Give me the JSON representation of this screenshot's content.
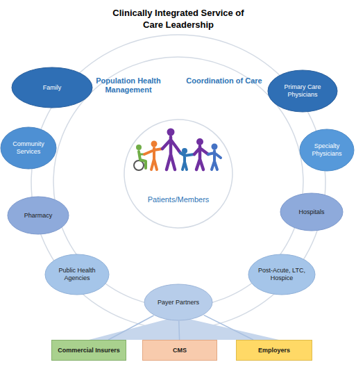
{
  "diagram": {
    "title": "Clinically Integrated Service of Care Leadership",
    "nodes": [
      {
        "text": [
          "Family"
        ]
      },
      {
        "text": [
          "Primary Care Physicians"
        ]
      },
      {
        "text": [
          "Community Services"
        ]
      },
      {
        "text": [
          "Specialty Physicians"
        ]
      },
      {
        "text": [
          "Patients/Members"
        ]
      },
      {
        "text": [
          "Pharmacy"
        ]
      },
      {
        "text": [
          "Hospitals"
        ]
      },
      {
        "text": [
          "Public Health Agencies"
        ]
      },
      {
        "text": [
          "Post-Acute, LTC, Hospice"
        ]
      },
      {
        "text": [
          "Payer Partners"
        ]
      },
      {
        "text": [
          "Commercial Insurers"
        ]
      },
      {
        "text": [
          "CMS"
        ]
      },
      {
        "text": [
          "Employers"
        ]
      }
    ],
    "edges": [
      {
        "from": 9,
        "to": 10,
        "arrow": "none"
      },
      {
        "from": 9,
        "to": 11,
        "arrow": "none"
      },
      {
        "from": 9,
        "to": 12,
        "arrow": "none"
      }
    ],
    "labels": [
      "Population Health Management",
      "Coordination of Care"
    ]
  }
}
